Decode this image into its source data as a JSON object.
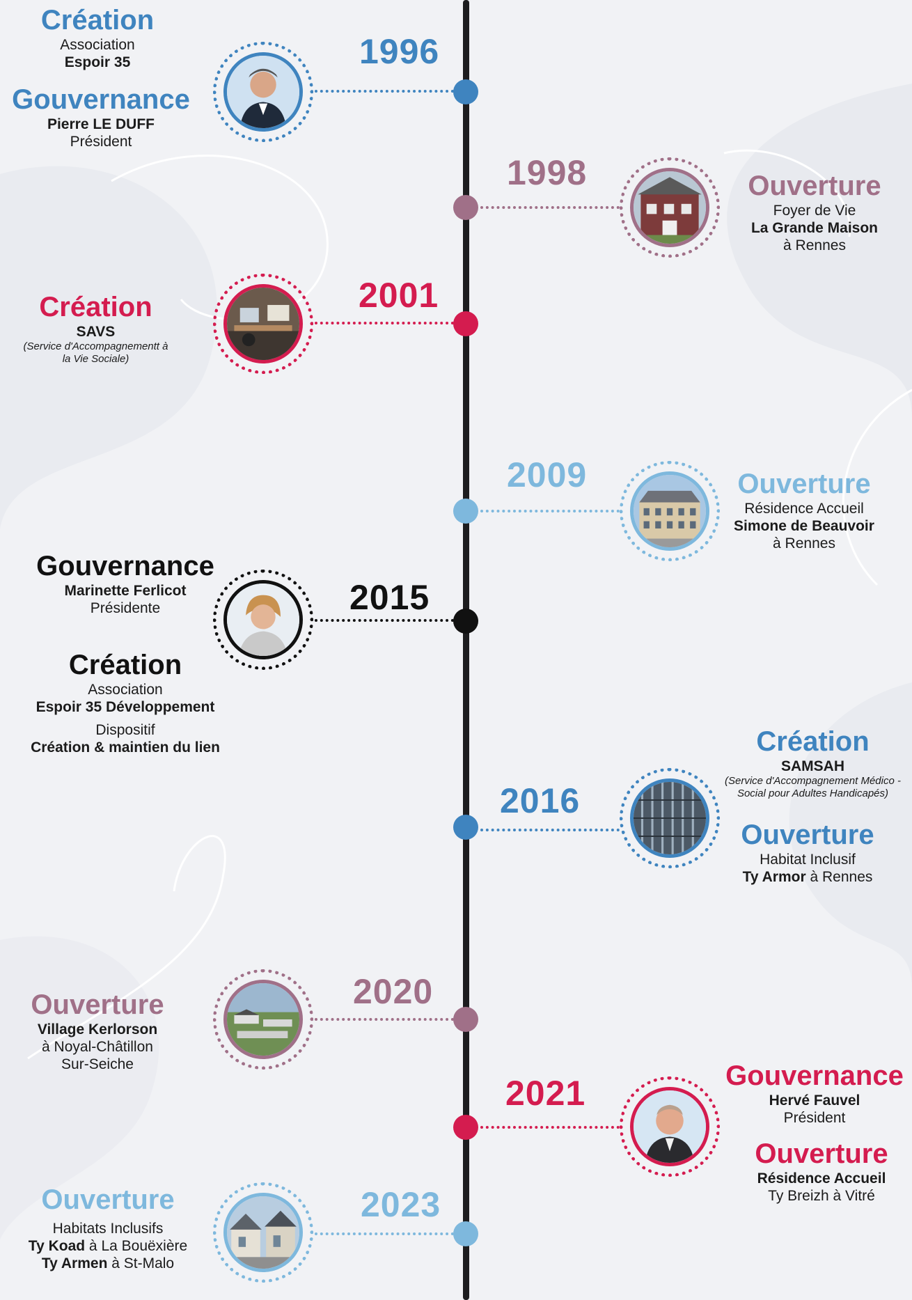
{
  "colors": {
    "blue": "#3f84bf",
    "mauve": "#a07088",
    "red": "#d41c4f",
    "lightblue": "#7eb8dd",
    "black": "#111111",
    "axis": "#1d1d1f",
    "text": "#1b1b1b"
  },
  "timeline": {
    "y1996": "1996",
    "y1998": "1998",
    "y2001": "2001",
    "y2009": "2009",
    "y2015": "2015",
    "y2016": "2016",
    "y2020": "2020",
    "y2021": "2021",
    "y2023": "2023"
  },
  "e1996": {
    "creation_heading": "Création",
    "creation_line1": "Association",
    "creation_line2": "Espoir 35",
    "gov_heading": "Gouvernance",
    "gov_name": "Pierre LE DUFF",
    "gov_role": "Président",
    "image": "portrait-man-photo"
  },
  "e1998": {
    "heading": "Ouverture",
    "line1": "Foyer de Vie",
    "line2": "La Grande Maison",
    "line3": "à Rennes",
    "image": "house-photo"
  },
  "e2001": {
    "heading": "Création",
    "name": "SAVS",
    "detail": "(Service d'Accompagnementt à la Vie Sociale)",
    "image": "office-photo"
  },
  "e2009": {
    "heading": "Ouverture",
    "line1": "Résidence Accueil",
    "line2": "Simone de Beauvoir",
    "line3": "à Rennes",
    "image": "building-photo"
  },
  "e2015": {
    "gov_heading": "Gouvernance",
    "gov_name": "Marinette Ferlicot",
    "gov_role": "Présidente",
    "creation_heading": "Création",
    "creation_line1": "Association",
    "creation_line2": "Espoir 35 Développement",
    "dispositif_line1": "Dispositif",
    "dispositif_line2": "Création & maintien du lien",
    "image": "portrait-woman-photo"
  },
  "e2016": {
    "creation_heading": "Création",
    "creation_name": "SAMSAH",
    "creation_detail": "(Service d'Accompagnement  Médico - Social pour Adultes Handicapés)",
    "ouverture_heading": "Ouverture",
    "ouverture_line1": "Habitat Inclusif",
    "ouverture_bold": "Ty Armor",
    "ouverture_rest": " à Rennes",
    "image": "facade-photo"
  },
  "e2020": {
    "heading": "Ouverture",
    "line1": "Village Kerlorson",
    "line2": "à Noyal-Châtillon",
    "line3": "Sur-Seiche",
    "image": "village-aerial-photo"
  },
  "e2021": {
    "gov_heading": "Gouvernance",
    "gov_name": "Hervé Fauvel",
    "gov_role": "Président",
    "ouverture_heading": "Ouverture",
    "ouverture_line1": "Résidence Accueil",
    "ouverture_line2": "Ty Breizh à Vitré",
    "image": "portrait-man-bald-photo"
  },
  "e2023": {
    "heading": "Ouverture",
    "line1": "Habitats Inclusifs",
    "line2_bold": "Ty Koad",
    "line2_rest": " à La Bouëxière",
    "line3_bold": "Ty Armen",
    "line3_rest": " à St-Malo",
    "image": "modern-houses-photo"
  }
}
